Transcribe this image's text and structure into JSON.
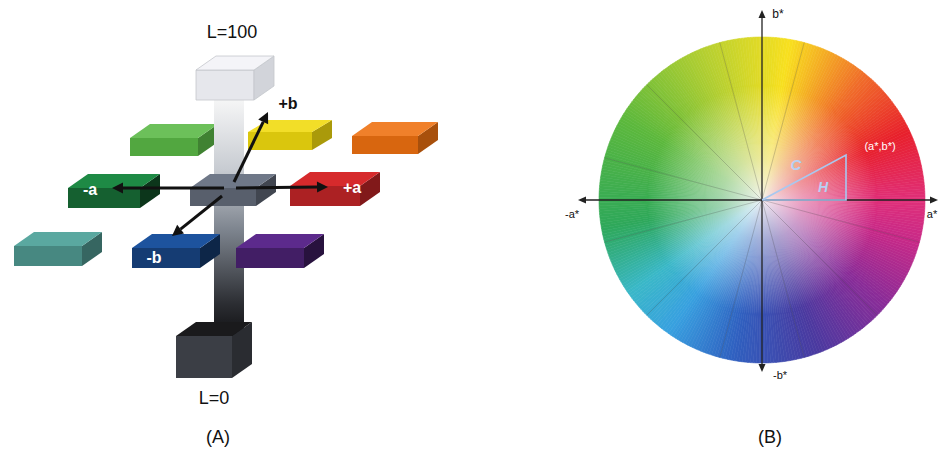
{
  "diagram": {
    "nodes": [
      {
        "text": [
          "L=100"
        ]
      },
      {
        "text": [
          "+b"
        ]
      },
      {
        "text": [
          "-a"
        ]
      },
      {
        "text": [
          "+a"
        ]
      },
      {
        "text": [
          "-b"
        ]
      },
      {
        "text": [
          "L=0"
        ]
      }
    ],
    "labels": [
      "(A)",
      "b*",
      "(a*,b*)",
      "C",
      "H",
      "-a*",
      "a*",
      "-b*",
      "(B)"
    ]
  }
}
